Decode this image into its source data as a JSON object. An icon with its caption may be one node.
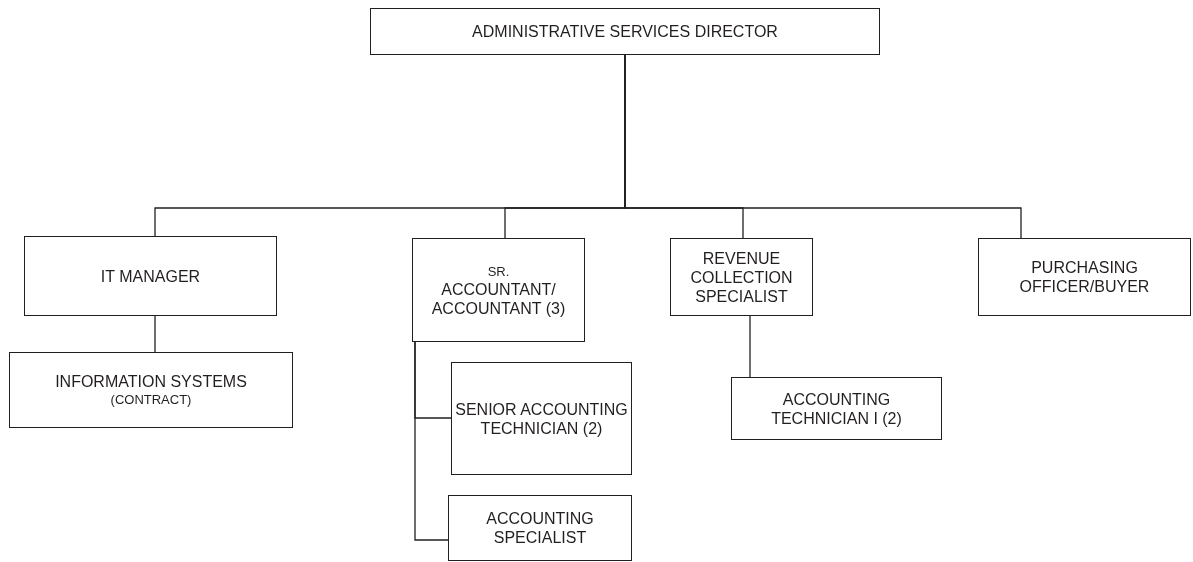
{
  "diagram": {
    "nodes": [
      {
        "text": [
          "ADMINISTRATIVE SERVICES DIRECTOR"
        ]
      },
      {
        "text": [
          "IT MANAGER"
        ]
      },
      {
        "text": [
          "INFORMATION SYSTEMS",
          "(CONTRACT)"
        ]
      },
      {
        "text": [
          "SR.",
          "ACCOUNTANT/ ACCOUNTANT (3)"
        ]
      },
      {
        "text": [
          "SENIOR ACCOUNTING TECHNICIAN (2)"
        ]
      },
      {
        "text": [
          "ACCOUNTING SPECIALIST"
        ]
      },
      {
        "text": [
          "REVENUE COLLECTION SPECIALIST"
        ]
      },
      {
        "text": [
          "ACCOUNTING TECHNICIAN I (2)"
        ]
      },
      {
        "text": [
          "PURCHASING OFFICER/BUYER"
        ]
      }
    ],
    "edges": [
      {
        "from": 0,
        "to": 1,
        "arrow": "none"
      },
      {
        "from": 0,
        "to": 3,
        "arrow": "none"
      },
      {
        "from": 0,
        "to": 6,
        "arrow": "none"
      },
      {
        "from": 0,
        "to": 8,
        "arrow": "none"
      },
      {
        "from": 1,
        "to": 2,
        "arrow": "none"
      },
      {
        "from": 3,
        "to": 4,
        "arrow": "none"
      },
      {
        "from": 3,
        "to": 5,
        "arrow": "none"
      },
      {
        "from": 6,
        "to": 7,
        "arrow": "none"
      }
    ]
  }
}
